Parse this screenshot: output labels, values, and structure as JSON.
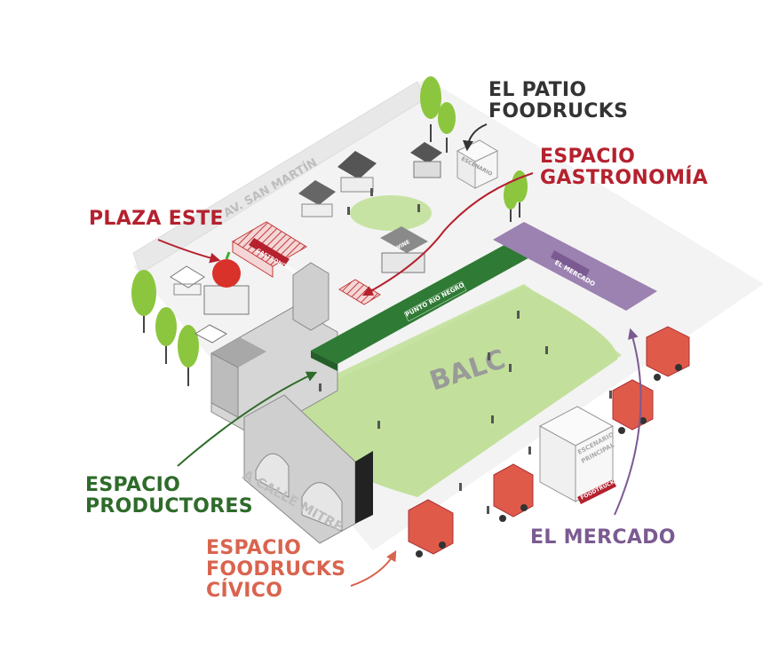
{
  "colors": {
    "gastronomia": "#b5212e",
    "productores": "#2e6b2a",
    "mercado": "#7b5a91",
    "foodtrucks": "#d9644f",
    "patio": "#333333",
    "grass": "#c7e3a4",
    "tree": "#8cc63f",
    "tent_green": "#2f7a34",
    "tent_purple": "#9b82b0",
    "truck": "#e05a4a",
    "building": "#d6d6d6"
  },
  "labels": {
    "patio": [
      "EL PATIO",
      "FOODRUCKS"
    ],
    "gastronomia": [
      "ESPACIO",
      "GASTRONOMÍA"
    ],
    "plaza_este": "PLAZA ESTE",
    "productores": [
      "ESPACIO",
      "PRODUCTORES"
    ],
    "foodrucks_civico": [
      "ESPACIO",
      "FOODRUCKS",
      "CÍVICO"
    ],
    "mercado": "EL MERCADO"
  },
  "map_text": {
    "street_san_martin": "AV. SAN MARTÍN",
    "street_mitre": "A CALLE MITRE",
    "banner_gastronomia": "GASTRONOMÍA",
    "banner_punto_rio_negro": "PUNTO RIO NEGRO",
    "banner_el_mercado": "EL MERCADO",
    "stage_sign": [
      "ESCENARIO",
      "PRINCIPAL"
    ],
    "small_stage_sign": "ESCENARIO",
    "foodtrucks_sign": "FOODTRUCKS",
    "logo_letters": "BALC",
    "wine_sign": "WINE"
  }
}
